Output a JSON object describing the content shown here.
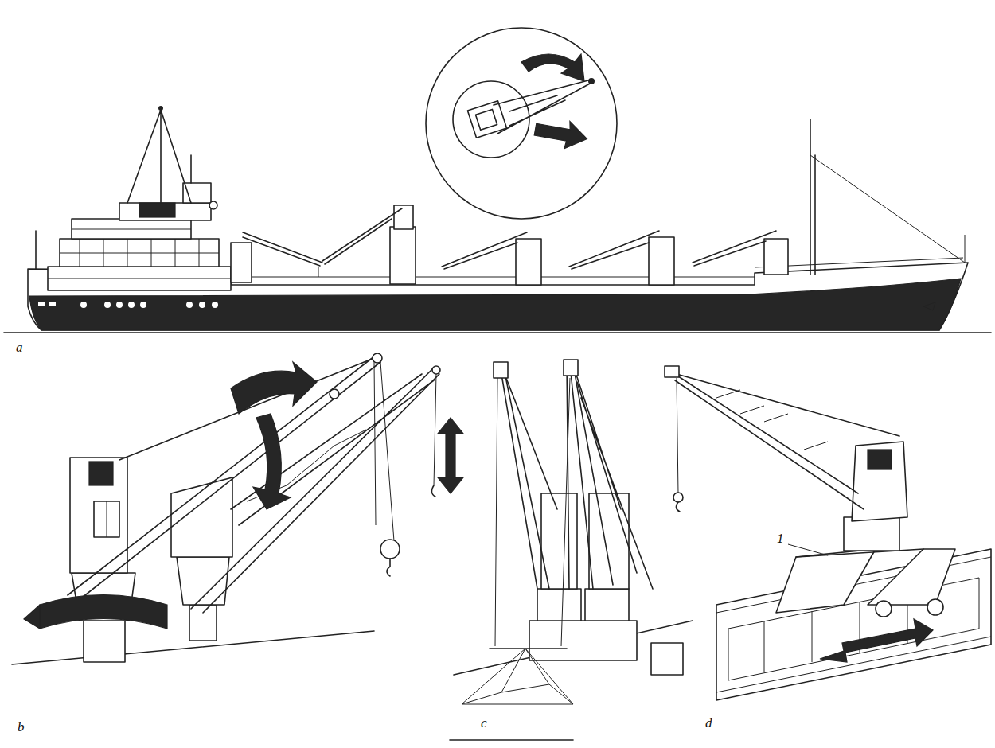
{
  "diagram": {
    "labels": [
      "a",
      "b",
      "c",
      "d",
      "1"
    ]
  }
}
